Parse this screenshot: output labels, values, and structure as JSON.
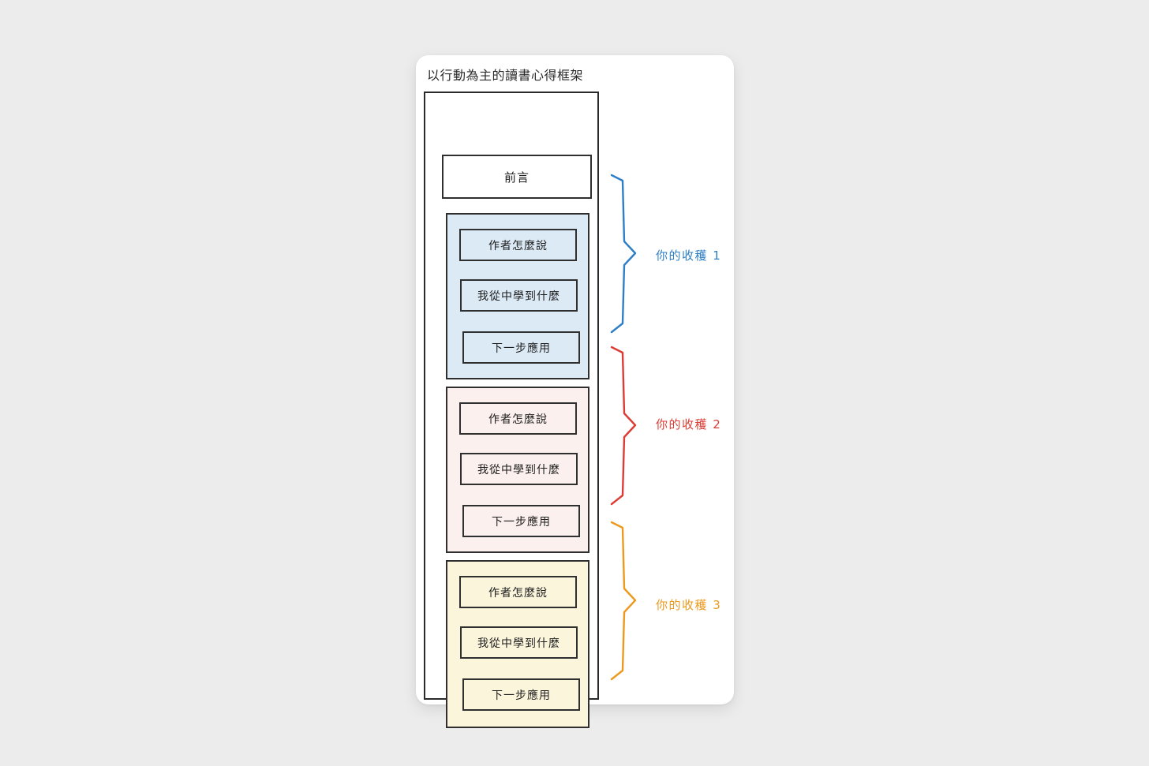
{
  "background_color": "#ececec",
  "card": {
    "title": "以行動為主的讀書心得框架",
    "background_color": "#ffffff"
  },
  "diagram": {
    "intro": {
      "label": "前言"
    },
    "sections": [
      {
        "id": "harvest-1",
        "fill_color": "#dceaf6",
        "accent_color": "#2f7fc7",
        "brace_label": "你的收穫 1",
        "items": [
          {
            "label": "作者怎麼說"
          },
          {
            "label": "我從中學到什麼"
          },
          {
            "label": "下一步應用"
          }
        ]
      },
      {
        "id": "harvest-2",
        "fill_color": "#fbf0ee",
        "accent_color": "#dc3c34",
        "brace_label": "你的收穫 2",
        "items": [
          {
            "label": "作者怎麼說"
          },
          {
            "label": "我從中學到什麼"
          },
          {
            "label": "下一步應用"
          }
        ]
      },
      {
        "id": "harvest-3",
        "fill_color": "#fbf5dc",
        "accent_color": "#eb9a1e",
        "brace_label": "你的收穫 3",
        "items": [
          {
            "label": "作者怎麼說"
          },
          {
            "label": "我從中學到什麼"
          },
          {
            "label": "下一步應用"
          }
        ]
      }
    ]
  }
}
